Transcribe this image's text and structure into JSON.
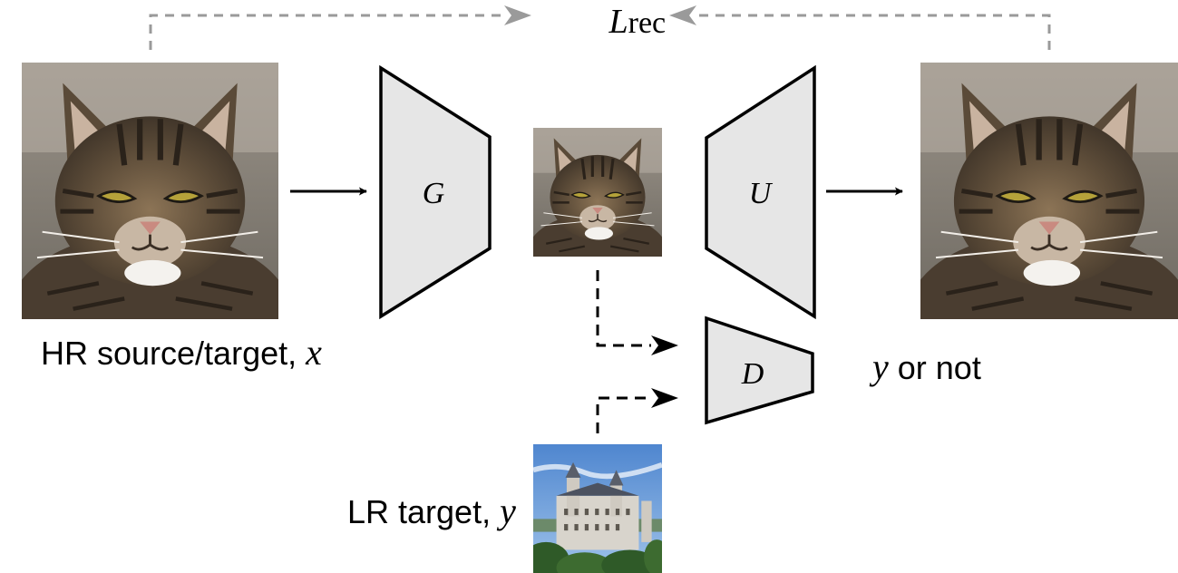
{
  "loss": {
    "symbol": "L",
    "subscript": "rec"
  },
  "labels": {
    "hr_source_text": "HR source/target, ",
    "hr_source_var": "x",
    "lr_target_text": "LR target, ",
    "lr_target_var": "y",
    "disc_output_var": "y",
    "disc_output_text": " or not"
  },
  "blocks": {
    "generator": "G",
    "upsampler": "U",
    "discriminator": "D"
  },
  "images": {
    "hr_input": "tabby-cat-photo",
    "lr_output": "tabby-cat-photo",
    "hr_reconstruction": "tabby-cat-photo",
    "lr_target": "castle-photo"
  },
  "colors": {
    "block_fill": "#e6e6e6",
    "block_stroke": "#000000",
    "loss_arrow": "#9a9a9a",
    "arrow": "#000000"
  }
}
